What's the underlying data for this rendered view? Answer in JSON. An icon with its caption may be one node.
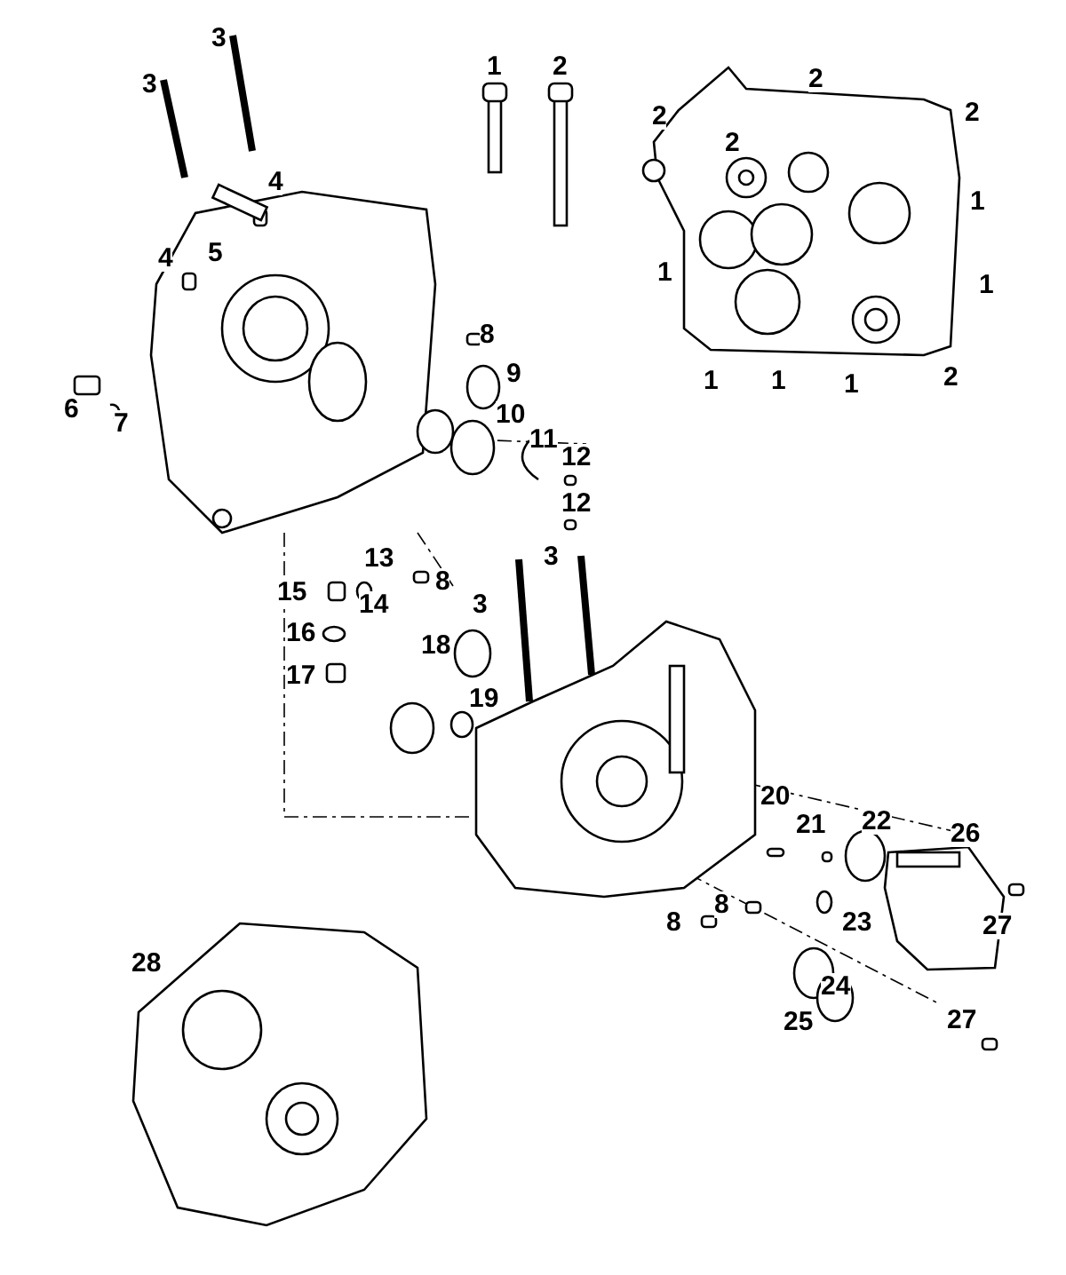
{
  "diagram": {
    "labels": [
      "3",
      "1",
      "2",
      "3",
      "2",
      "2",
      "2",
      "2",
      "4",
      "1",
      "4",
      "5",
      "1",
      "1",
      "8",
      "9",
      "1",
      "1",
      "1",
      "2",
      "6",
      "10",
      "7",
      "11",
      "12",
      "12",
      "13",
      "3",
      "8",
      "15",
      "14",
      "3",
      "16",
      "18",
      "17",
      "19",
      "20",
      "21",
      "22",
      "26",
      "8",
      "8",
      "23",
      "27",
      "28",
      "24",
      "25",
      "27"
    ]
  }
}
